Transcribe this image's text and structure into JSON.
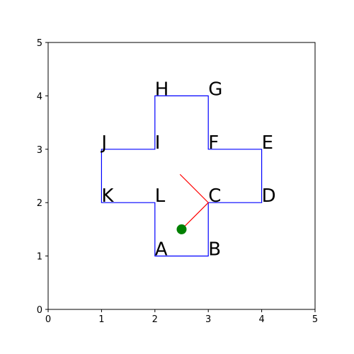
{
  "chart_data": {
    "type": "scatter",
    "title": "",
    "xlabel": "",
    "ylabel": "",
    "xlim": [
      0,
      5
    ],
    "ylim": [
      0,
      5
    ],
    "x_ticks": [
      "0",
      "1",
      "2",
      "3",
      "4",
      "5"
    ],
    "y_ticks": [
      "0",
      "1",
      "2",
      "3",
      "4",
      "5"
    ],
    "grid": false,
    "legend": "none",
    "colors": {
      "polygon": "#0000ff",
      "path": "#ff0000",
      "point": "#008000",
      "axes": "#000000"
    },
    "polygon": {
      "closed": true,
      "vertices": [
        {
          "label": "A",
          "x": 2,
          "y": 1
        },
        {
          "label": "B",
          "x": 3,
          "y": 1
        },
        {
          "label": "C",
          "x": 3,
          "y": 2
        },
        {
          "label": "D",
          "x": 4,
          "y": 2
        },
        {
          "label": "E",
          "x": 4,
          "y": 3
        },
        {
          "label": "F",
          "x": 3,
          "y": 3
        },
        {
          "label": "G",
          "x": 3,
          "y": 4
        },
        {
          "label": "H",
          "x": 2,
          "y": 4
        },
        {
          "label": "I",
          "x": 2,
          "y": 3
        },
        {
          "label": "J",
          "x": 1,
          "y": 3
        },
        {
          "label": "K",
          "x": 1,
          "y": 2
        },
        {
          "label": "L",
          "x": 2,
          "y": 2
        }
      ]
    },
    "path": [
      {
        "x": 2.5,
        "y": 1.5
      },
      {
        "x": 3,
        "y": 2
      },
      {
        "x": 2.47,
        "y": 2.53
      }
    ],
    "point": {
      "x": 2.5,
      "y": 1.5
    }
  }
}
